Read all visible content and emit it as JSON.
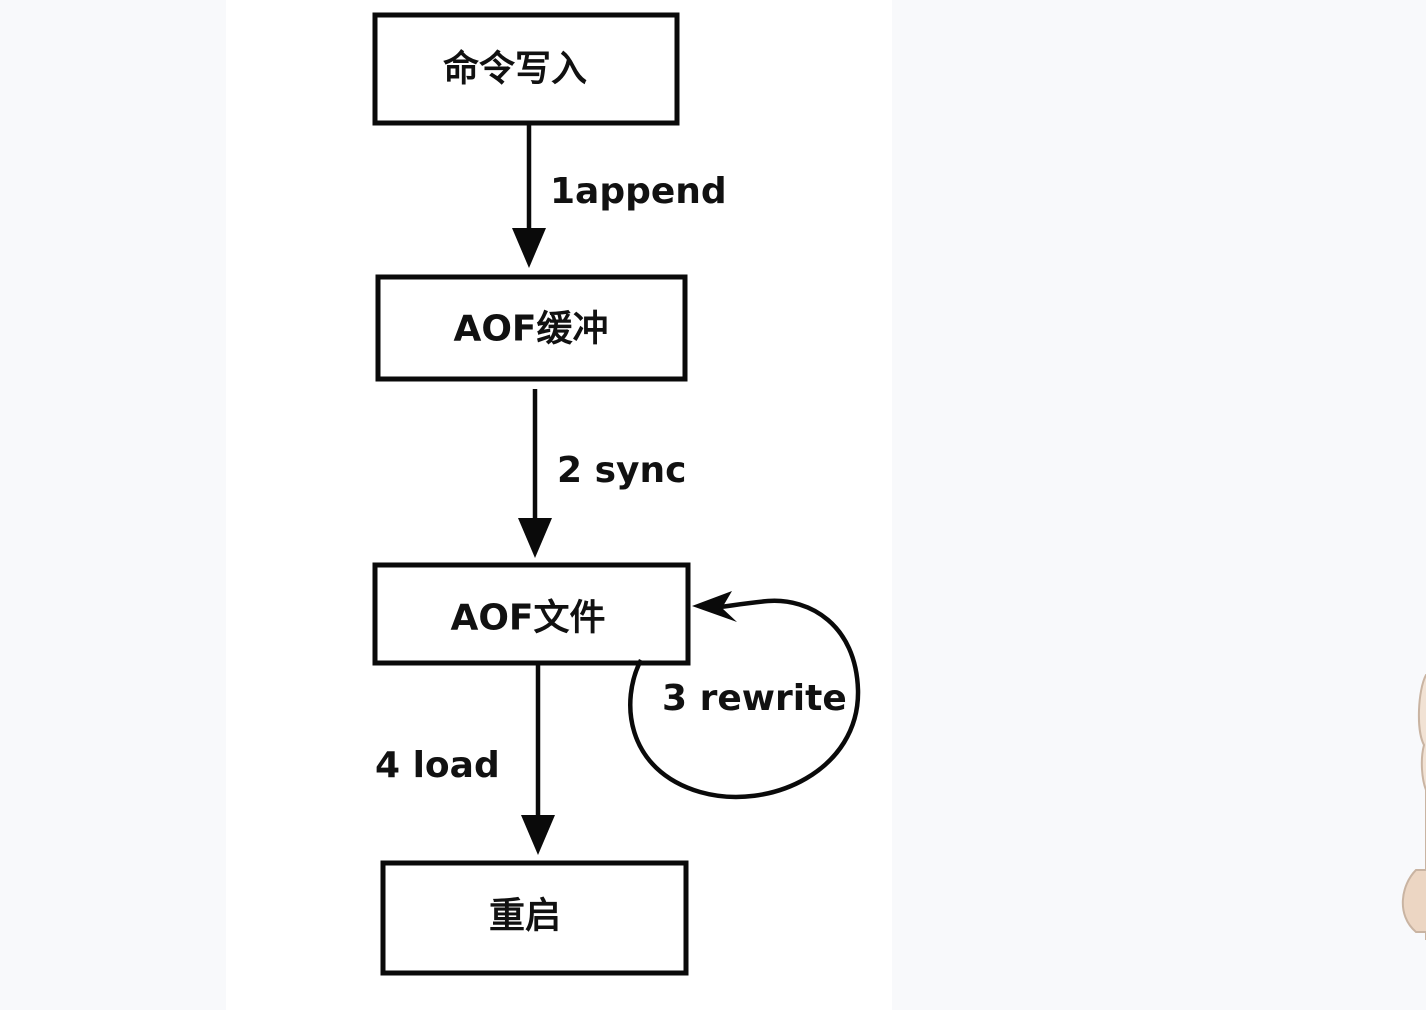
{
  "diagram": {
    "nodes": {
      "command_write": "命令写入",
      "aof_buffer": "AOF缓冲",
      "aof_file": "AOF文件",
      "restart": "重启"
    },
    "edges": {
      "append": "1append",
      "sync": "2 sync",
      "rewrite": "3 rewrite",
      "load": "4 load"
    }
  },
  "colors": {
    "stroke": "#0a0a0a",
    "text": "#111111",
    "panel": "#ffffff",
    "background": "#f8f9fb"
  }
}
